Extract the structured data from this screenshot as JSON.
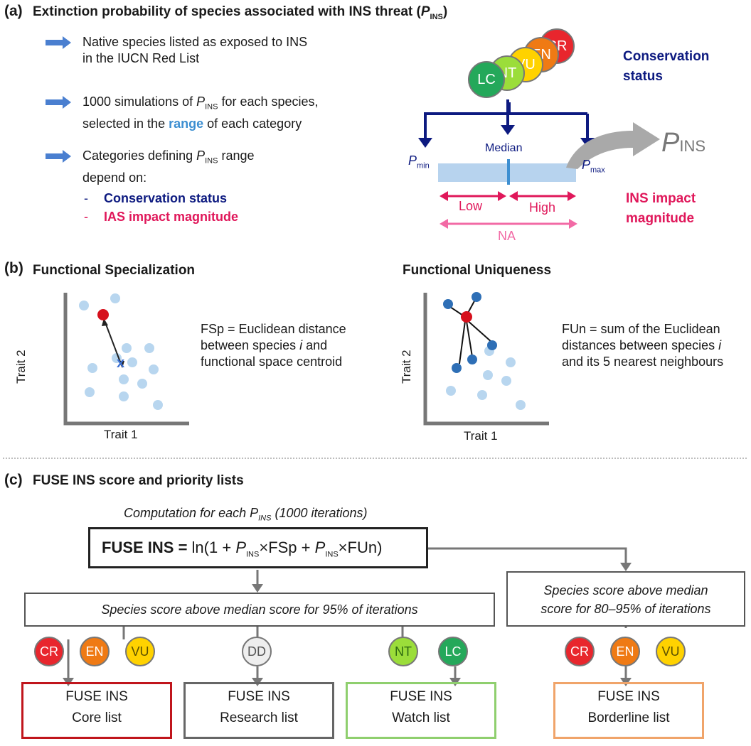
{
  "panel_a": {
    "label": "(a)",
    "title_text": "Extinction probability of species associated with INS threat (",
    "title_p": "P",
    "title_sub": "INS",
    "title_close": ")",
    "bullet1_line1": "Native species listed as exposed to INS",
    "bullet1_line2": "in the IUCN Red List",
    "bullet2_pre": "1000 simulations of ",
    "bullet2_p": "P",
    "bullet2_sub": "INS",
    "bullet2_post": " for each species,",
    "bullet2_line2_pre": "selected in the ",
    "bullet2_range": "range",
    "bullet2_line2_post": " of each category",
    "bullet3_pre": "Categories defining ",
    "bullet3_p": "P",
    "bullet3_sub": "INS",
    "bullet3_post": " range",
    "bullet3_line2": "depend on:",
    "dash1": "-",
    "dep1": "Conservation status",
    "dash2": "-",
    "dep2": "IAS impact magnitude",
    "status_circles": [
      "CR",
      "EN",
      "VU",
      "NT",
      "LC"
    ],
    "conservation_status_line1": "Conservation",
    "conservation_status_line2": "status",
    "median": "Median",
    "pmin_p": "P",
    "pmin_sub": "min",
    "pmax_p": "P",
    "pmax_sub": "max",
    "pins_p": "P",
    "pins_sub": "INS",
    "low": "Low",
    "high": "High",
    "na": "NA",
    "impact_line1": "INS impact",
    "impact_line2": "magnitude"
  },
  "panel_b": {
    "label": "(b)",
    "fsp_title": "Functional Specialization",
    "fsp_text_line1": "FSp = Euclidean distance",
    "fsp_text_line2_pre": "between species ",
    "fsp_text_line2_i": "i",
    "fsp_text_line2_post": " and",
    "fsp_text_line3": "functional space centroid",
    "centroid_mark": "x",
    "fun_title": "Functional Uniqueness",
    "fun_text_line1": "FUn = sum of the Euclidean",
    "fun_text_line2_pre": "distances between species ",
    "fun_text_line2_i": "i",
    "fun_text_line3": "and its 5 nearest neighbours",
    "trait1": "Trait 1",
    "trait2": "Trait 2"
  },
  "panel_c": {
    "label": "(c)",
    "title": "FUSE INS score and priority lists",
    "computation_pre": "Computation for each ",
    "computation_p": "P",
    "computation_sub": "INS",
    "computation_post": " (1000 iterations)",
    "formula_bold": "FUSE INS = ",
    "formula_a": "ln(1 + ",
    "formula_p1": "P",
    "formula_sub1": "INS",
    "formula_b": "×FSp + ",
    "formula_p2": "P",
    "formula_sub2": "INS",
    "formula_c": "×FUn)",
    "above95": "Species score above median score for 95% of iterations",
    "above80_line1": "Species score above median",
    "above80_line2": "score for 80–95% of iterations",
    "core_circles": [
      "CR",
      "EN",
      "VU"
    ],
    "research_circles": [
      "DD"
    ],
    "watch_circles": [
      "NT",
      "LC"
    ],
    "border_circles": [
      "CR",
      "EN",
      "VU"
    ],
    "lists": [
      {
        "line1": "FUSE INS",
        "line2": "Core list"
      },
      {
        "line1": "FUSE INS",
        "line2": "Research list"
      },
      {
        "line1": "FUSE INS",
        "line2": "Watch list"
      },
      {
        "line1": "FUSE INS",
        "line2": "Borderline list"
      }
    ]
  },
  "colors": {
    "CR": "#e8262d",
    "EN": "#ef7a14",
    "VU": "#ffd200",
    "NT": "#9bdd3a",
    "LC": "#24a85a",
    "DD": "#eeeeee",
    "navy": "#0d1a80",
    "crimson": "#e0175a",
    "pink": "#f26aa5",
    "core_border": "#c0151c",
    "watch_border": "#8fcf6e",
    "border_border": "#f0a46a"
  }
}
